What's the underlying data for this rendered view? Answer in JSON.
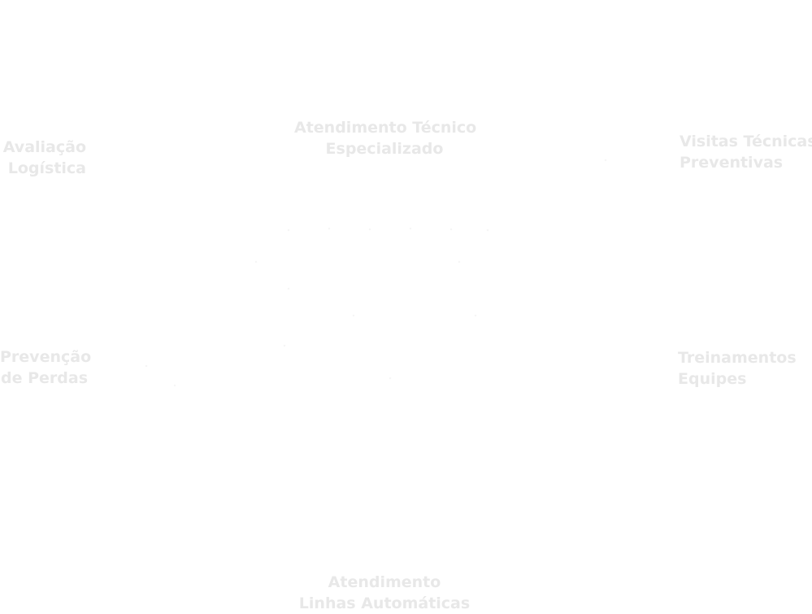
{
  "diagram": {
    "nodes": {
      "top": {
        "line1": "Atendimento Técnico",
        "line2": "Especializado"
      },
      "tl": {
        "line1": "Avaliação",
        "line2": "Logística"
      },
      "tr": {
        "line1": "Visitas Técnicas",
        "line2": "Preventivas"
      },
      "bl": {
        "line1": "Prevenção",
        "line2": "de Perdas"
      },
      "br": {
        "line1": "Treinamentos",
        "line2": "Equipes"
      },
      "bottom": {
        "line1": "Atendimento",
        "line2": "Linhas Automáticas"
      }
    },
    "colors": {
      "label": "#e8e8e8",
      "background": "#ffffff"
    }
  }
}
